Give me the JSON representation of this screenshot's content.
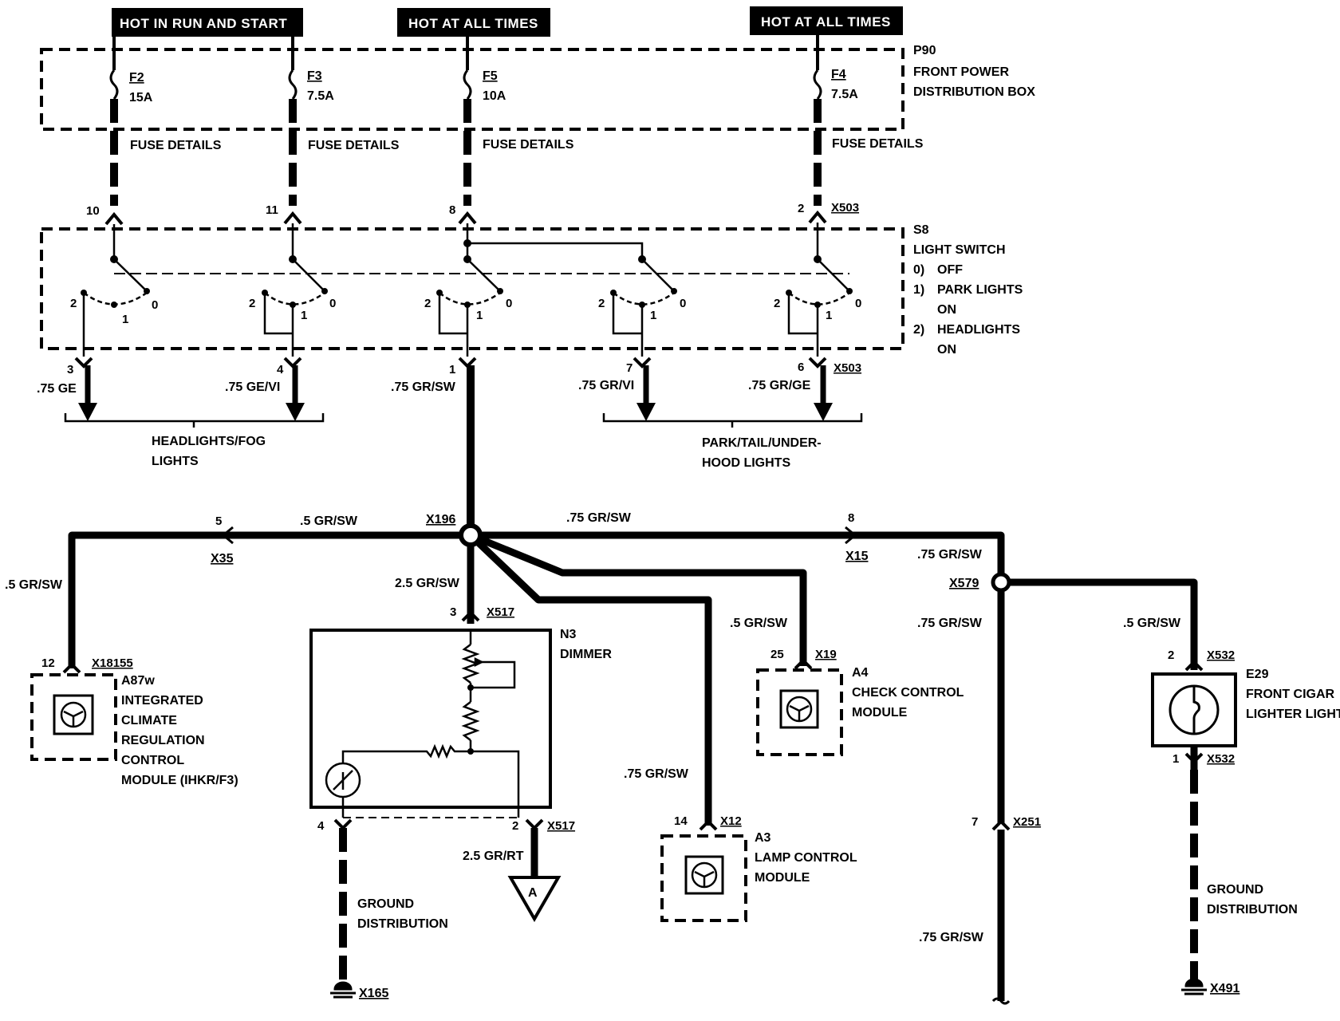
{
  "headers": {
    "run_start": "HOT IN RUN AND START",
    "all_times_1": "HOT AT ALL TIMES",
    "all_times_2": "HOT AT ALL TIMES"
  },
  "fuse_box": {
    "id": "P90",
    "line1": "FRONT POWER",
    "line2": "DISTRIBUTION BOX",
    "fuses": [
      {
        "id": "F2",
        "rating": "15A"
      },
      {
        "id": "F3",
        "rating": "7.5A"
      },
      {
        "id": "F5",
        "rating": "10A"
      },
      {
        "id": "F4",
        "rating": "7.5A"
      }
    ],
    "fuse_details": "FUSE DETAILS"
  },
  "light_switch": {
    "id": "S8",
    "name": "LIGHT SWITCH",
    "pos0_num": "0)",
    "pos0": "OFF",
    "pos1_num": "1)",
    "pos1a": "PARK LIGHTS",
    "pos1b": "ON",
    "pos2_num": "2)",
    "pos2a": "HEADLIGHTS",
    "pos2b": "ON",
    "connector": "X503",
    "in_pins": [
      "10",
      "11",
      "8",
      "2"
    ],
    "out_pins": [
      "3",
      "4",
      "1",
      "7",
      "6"
    ],
    "pos_labels": [
      "2",
      "1",
      "0"
    ]
  },
  "wires": {
    "w_ge": ".75 GE",
    "w_gevi": ".75 GE/VI",
    "w_grsw": ".75 GR/SW",
    "w_grvi": ".75 GR/VI",
    "w_grge": ".75 GR/GE",
    "w_5grsw": ".5 GR/SW",
    "w_25grsw": "2.5 GR/SW",
    "w_25grrt": "2.5 GR/RT"
  },
  "groups": {
    "headlights_1": "HEADLIGHTS/FOG",
    "headlights_2": "LIGHTS",
    "park_1": "PARK/TAIL/UNDER-",
    "park_2": "HOOD LIGHTS"
  },
  "splices": {
    "x196": "X196",
    "x579": "X579",
    "x35": "X35",
    "x15": "X15",
    "pin5": "5",
    "pin8": "8"
  },
  "a87w": {
    "id": "A87w",
    "l1": "INTEGRATED",
    "l2": "CLIMATE",
    "l3": "REGULATION",
    "l4": "CONTROL",
    "l5": "MODULE (IHKR/F3)",
    "pin": "12",
    "conn": "X18155"
  },
  "dimmer": {
    "id": "N3",
    "name": "DIMMER",
    "conn": "X517",
    "pin_in": "3",
    "pin_gnd": "4",
    "pin_out": "2",
    "ground_1": "GROUND",
    "ground_2": "DISTRIBUTION",
    "ground_conn": "X165",
    "ref": "A"
  },
  "a3": {
    "id": "A3",
    "l1": "LAMP CONTROL",
    "l2": "MODULE",
    "pin": "14",
    "conn": "X12"
  },
  "a4": {
    "id": "A4",
    "l1": "CHECK CONTROL",
    "l2": "MODULE",
    "pin": "25",
    "conn": "X19"
  },
  "x251": {
    "pin": "7",
    "conn": "X251"
  },
  "e29": {
    "id": "E29",
    "l1": "FRONT CIGAR",
    "l2": "LIGHTER LIGHT",
    "pin_in": "2",
    "pin_out": "1",
    "conn": "X532",
    "ground_1": "GROUND",
    "ground_2": "DISTRIBUTION",
    "ground_conn": "X491"
  }
}
